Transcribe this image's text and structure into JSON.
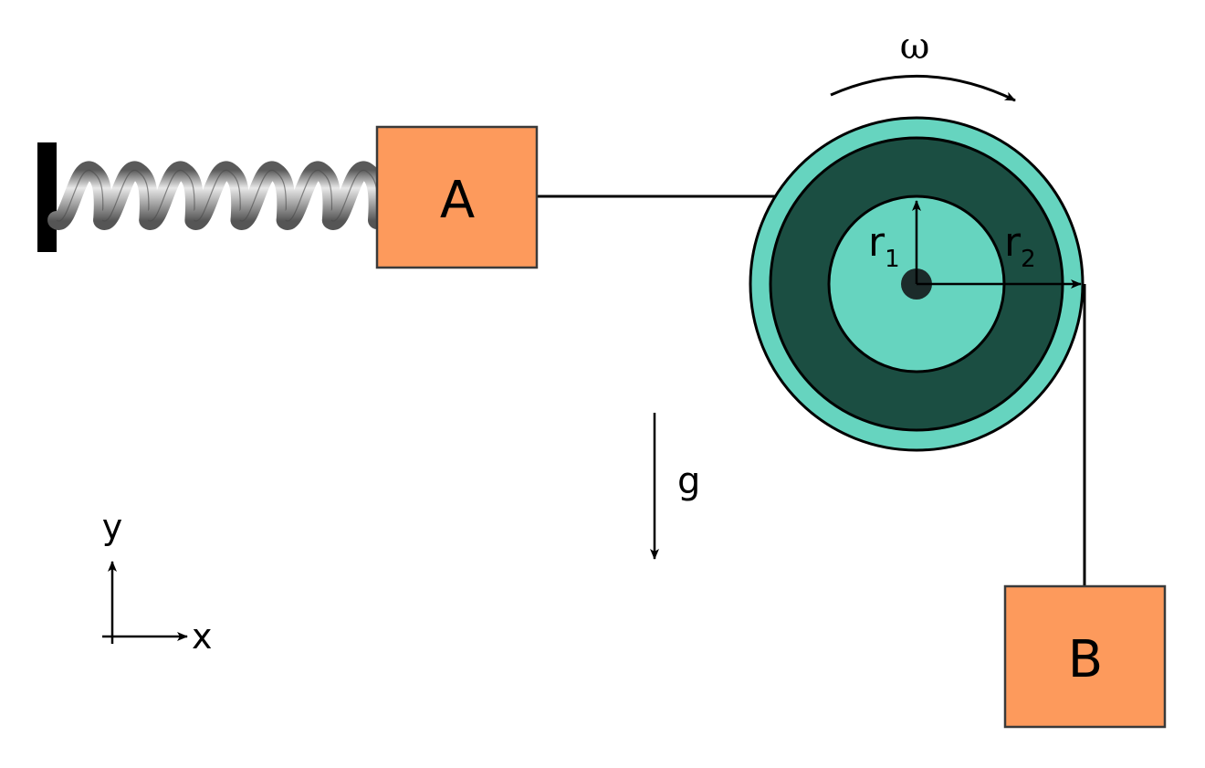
{
  "labels": {
    "block_a": "A",
    "block_b": "B",
    "omega": "ω",
    "r1_main": "r",
    "r1_sub": "1",
    "r2_main": "r",
    "r2_sub": "2",
    "gravity": "g",
    "axis_x": "x",
    "axis_y": "y"
  },
  "colors": {
    "block_fill": "#fd9a5c",
    "pulley_outer": "#66d4bf",
    "pulley_middle": "#1b4e42",
    "pulley_inner": "#66d4bf",
    "hub": "#1c2b2a",
    "wall": "#000000",
    "spring_light": "#e6e6e6",
    "spring_dark": "#6a6a6a"
  }
}
